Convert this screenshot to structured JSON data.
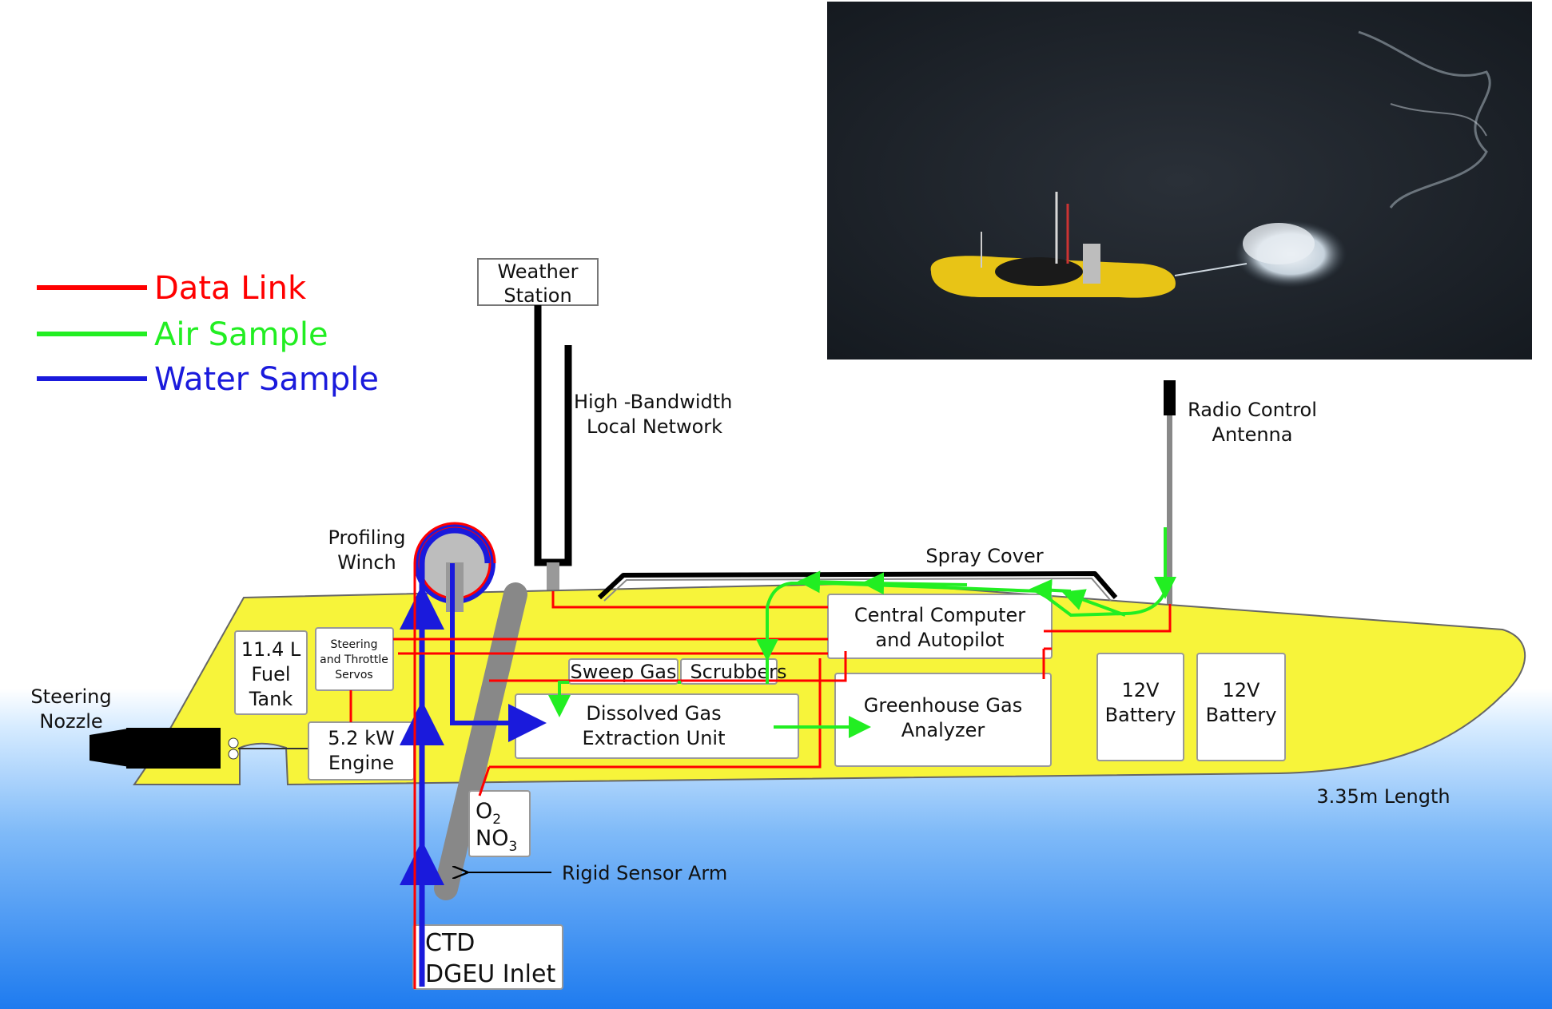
{
  "legend": {
    "data_link": "Data Link",
    "air_sample": "Air Sample",
    "water_sample": "Water Sample"
  },
  "colors": {
    "data_link": "#ff0000",
    "air_sample": "#22ee22",
    "water_sample": "#1a1adc",
    "hull": "#f7f43a",
    "water_top": "#ffffff",
    "water_bottom": "#1e7bef"
  },
  "labels": {
    "weather_station_1": "Weather",
    "weather_station_2": "Station",
    "network_1": "High -Bandwidth",
    "network_2": "Local Network",
    "radio_1": "Radio Control",
    "radio_2": "Antenna",
    "winch_1": "Profiling",
    "winch_2": "Winch",
    "spray_cover": "Spray Cover",
    "steering_nozzle_1": "Steering",
    "steering_nozzle_2": "Nozzle",
    "fuel_1": "11.4 L",
    "fuel_2": "Fuel",
    "fuel_3": "Tank",
    "servos_1": "Steering",
    "servos_2": "and Throttle",
    "servos_3": "Servos",
    "engine_1": "5.2 kW",
    "engine_2": "Engine",
    "computer_1": "Central Computer",
    "computer_2": "and Autopilot",
    "sweep_gas": "Sweep Gas",
    "scrubbers": "Scrubbers",
    "dgeu_1": "Dissolved Gas",
    "dgeu_2": "Extraction Unit",
    "ghg_1": "Greenhouse Gas",
    "ghg_2": "Analyzer",
    "battery_a_1": "12V",
    "battery_a_2": "Battery",
    "battery_b_1": "12V",
    "battery_b_2": "Battery",
    "o2": "O",
    "o2_sub": "2",
    "no3": "NO",
    "no3_sub": "3",
    "sensor_arm": "Rigid Sensor Arm",
    "length": "3.35m Length",
    "ctd": "CTD",
    "dgeu_inlet": "DGEU Inlet"
  }
}
